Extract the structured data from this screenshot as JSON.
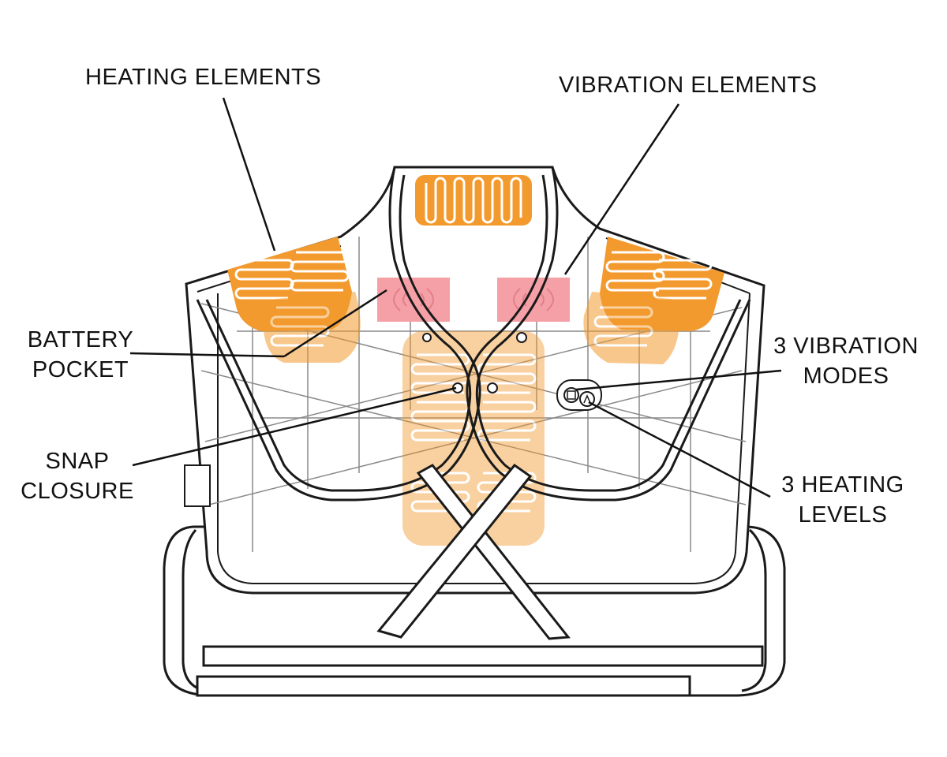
{
  "labels": {
    "heating_elements": "HEATING ELEMENTS",
    "vibration_elements": "VIBRATION ELEMENTS",
    "battery_pocket": [
      "BATTERY",
      "POCKET"
    ],
    "snap_closure": [
      "SNAP",
      "CLOSURE"
    ],
    "vibration_modes": [
      "3 VIBRATION",
      "MODES"
    ],
    "heating_levels": [
      "3 HEATING",
      "LEVELS"
    ]
  },
  "colors": {
    "outline": "#1a1a1a",
    "heating_element": "#f39a2e",
    "heating_element_faded": "#f8c99a",
    "vibration_element": "#f5a0a6",
    "vibration_wave": "#e27f8a",
    "quilt_line": "#8a8a8a",
    "background": "#ffffff"
  },
  "icons": [
    "vibration-mode-button-icon",
    "heating-level-button-icon"
  ]
}
